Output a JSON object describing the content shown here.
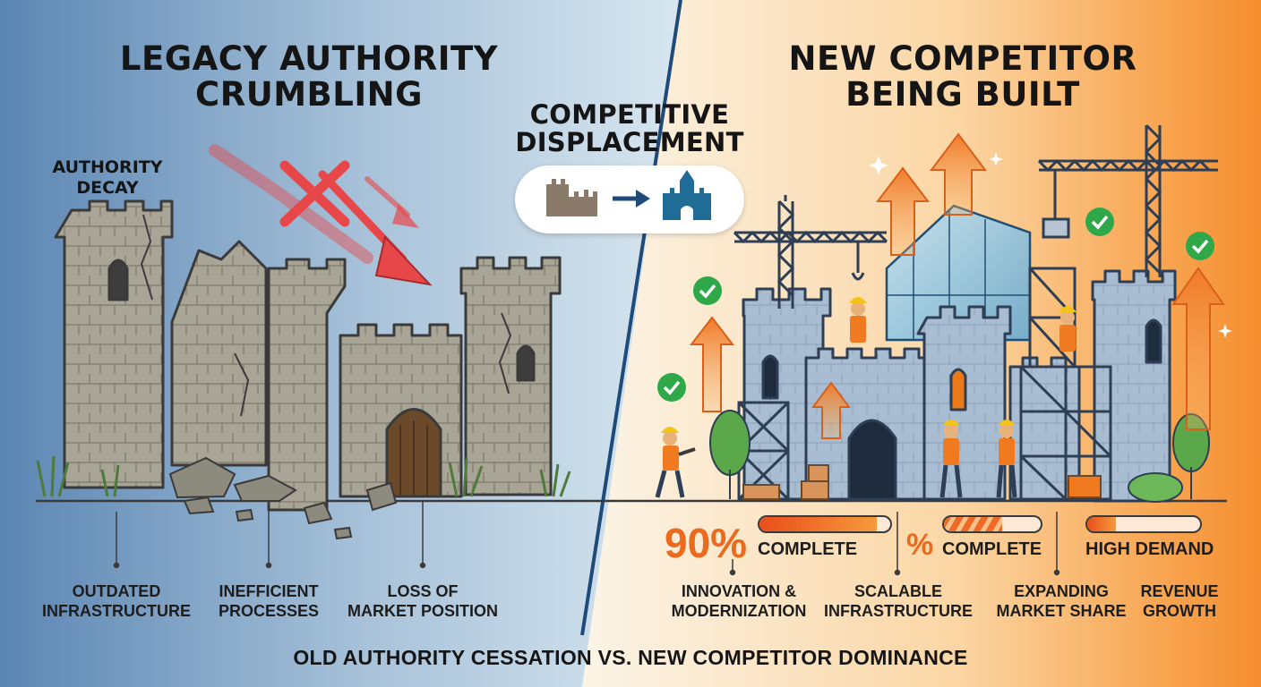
{
  "left": {
    "title_line1": "LEGACY AUTHORITY",
    "title_line2": "CRUMBLING",
    "decay_line1": "AUTHORITY",
    "decay_line2": "DECAY",
    "labels": [
      {
        "line1": "OUTDATED",
        "line2": "INFRASTRUCTURE"
      },
      {
        "line1": "INEFFICIENT",
        "line2": "PROCESSES"
      },
      {
        "line1": "LOSS OF",
        "line2": "MARKET POSITION"
      }
    ]
  },
  "center": {
    "title_line1": "COMPETITIVE",
    "title_line2": "DISPLACEMENT"
  },
  "right": {
    "title_line1": "NEW COMPETITOR",
    "title_line2": "BEING BUILT",
    "metrics": [
      {
        "value_text": "90%",
        "label": "COMPLETE",
        "progress": 0.9
      },
      {
        "value_text": "%",
        "label": "COMPLETE",
        "progress": 0.6
      },
      {
        "value_text": "",
        "label": "HIGH DEMAND",
        "progress": 0.25
      }
    ],
    "labels": [
      {
        "line1": "INNOVATION &",
        "line2": "MODERNIZATION"
      },
      {
        "line1": "SCALABLE",
        "line2": "INFRASTRUCTURE"
      },
      {
        "line1": "EXPANDING",
        "line2": "MARKET SHARE"
      },
      {
        "line1": "REVENUE",
        "line2": "GROWTH"
      }
    ]
  },
  "footer": "OLD AUTHORITY CESSATION VS. NEW COMPETITOR DOMINANCE",
  "colors": {
    "left_bg_dark": "#5e88b4",
    "left_bg_light": "#cfe0ec",
    "right_bg_light": "#fbf3e4",
    "right_bg_orange": "#f6963a",
    "arrow_orange": "#f07a2a",
    "decay_red": "#e8474a",
    "check_green": "#2fa84a",
    "divider_blue": "#1e4b7a"
  },
  "icons": [
    "crumbling-castle-icon",
    "arrow-right-icon",
    "new-castle-icon",
    "red-x-icon",
    "check-icon",
    "up-arrow-icon",
    "crane-icon",
    "worker-icon"
  ]
}
